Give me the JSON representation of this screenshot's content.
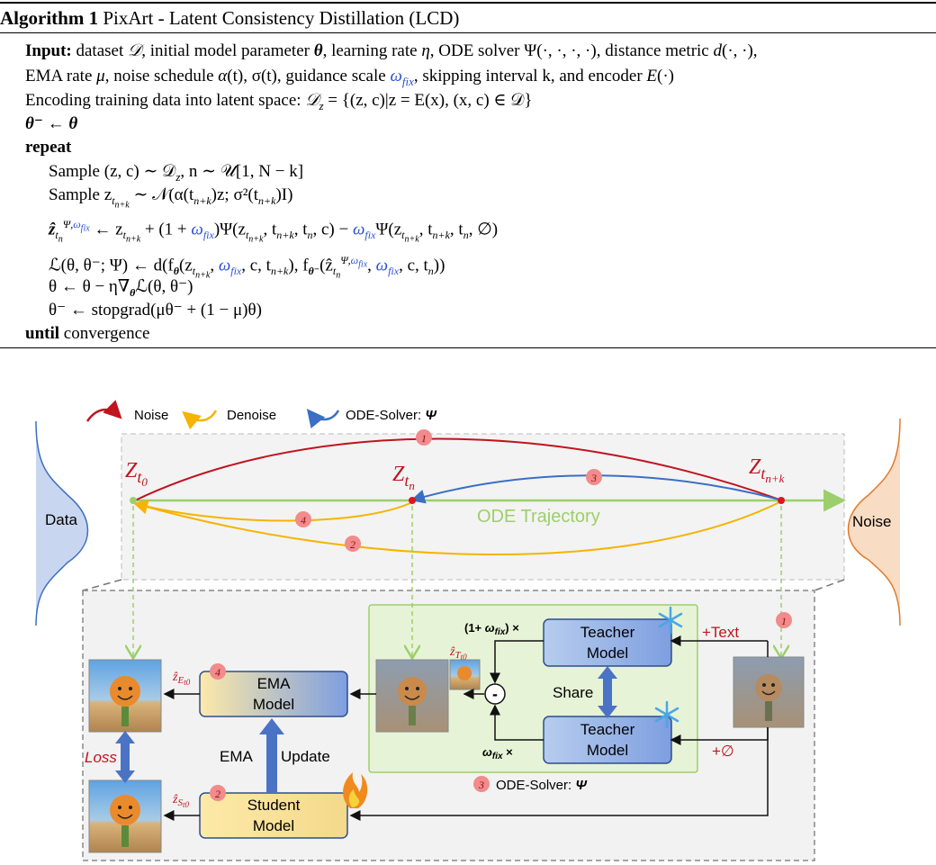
{
  "algorithm": {
    "number": "Algorithm 1",
    "title": "PixArt - Latent Consistency Distillation (LCD)",
    "input_label": "Input:",
    "input_line1_a": "dataset ",
    "input_line1_b": ", initial model parameter ",
    "input_line1_c": ", learning rate ",
    "input_line1_d": ", ODE solver Ψ(·, ·, ·, ·), distance metric ",
    "input_line1_e": "(·, ·),",
    "input_line2_a": "EMA rate ",
    "input_line2_b": ", noise schedule ",
    "input_line2_c": "(t), σ(t), guidance scale ",
    "input_line2_d": "ω",
    "input_line2_e": "fix",
    "input_line2_f": ", skipping interval k, and encoder ",
    "input_line2_g": "(·)",
    "encoding_a": "Encoding training data into latent space: ",
    "encoding_b": " = {(z, c)|z = E(x), (x, c) ∈ 𝒟}",
    "init_line": "θ⁻ ← θ",
    "repeat": "repeat",
    "sample1": "Sample (z, c) ∼ 𝒟",
    "sample1_sub": "z",
    "sample1_rest": ", n ∼ 𝒰[1, N − k]",
    "sample2": "Sample z",
    "sample2_rest": " ∼ 𝒩(α(t",
    "sample2_rest2": ")z; σ²(t",
    "sample2_rest3": ")I)",
    "step_hat_a": " ← z",
    "step_hat_b": " + (1 + ",
    "step_hat_c": ")Ψ(z",
    "step_hat_d": ", t",
    "step_hat_e": ", t",
    "step_hat_f": ", c) − ",
    "step_hat_g": "Ψ(z",
    "step_hat_h": ", t",
    "step_hat_i": ", t",
    "step_hat_j": ", ∅)",
    "step_loss": "ℒ(θ, θ⁻; Ψ) ← d(f",
    "step_update": "θ ← θ − η∇",
    "step_update_b": "ℒ(θ, θ⁻)",
    "step_ema": "θ⁻ ← stopgrad(μθ⁻ + (1 − μ)θ)",
    "until": "until",
    "until_rest": " convergence",
    "sub_n": "n",
    "sub_nk": "n+k",
    "sup_psi": "Ψ,",
    "omega": "ω",
    "fix": "fix"
  },
  "figure": {
    "legend": {
      "noise": "Noise",
      "denoise": "Denoise",
      "ode_solver": "ODE-Solver: ",
      "ode_solver_psi": "Ψ"
    },
    "labels": {
      "data": "Data",
      "noise": "Noise",
      "ode_trajectory": "ODE Trajectory",
      "z_t0": "Z",
      "z_t0_sub": "t",
      "z_t0_subsub": "0",
      "z_tn": "Z",
      "z_tn_sub": "t",
      "z_tn_subsub": "n",
      "z_tnk": "Z",
      "z_tnk_sub": "t",
      "z_tnk_subsub": "n+k"
    },
    "steps": [
      "1",
      "2",
      "3",
      "4"
    ],
    "boxes": {
      "teacher_top_line1": "Teacher",
      "teacher_top_line2": "Model",
      "teacher_bottom_line1": "Teacher",
      "teacher_bottom_line2": "Model",
      "ema_line1": "EMA",
      "ema_line2": "Model",
      "student_line1": "Student",
      "student_line2": "Model"
    },
    "annotations": {
      "share": "Share",
      "plus_text": "+Text",
      "plus_empty": "+∅",
      "coef_top": "(1+ ",
      "coef_top_omega": "ω",
      "coef_top_fix": "fix",
      "coef_top_end": ") ×",
      "coef_bottom_omega": "ω",
      "coef_bottom_fix": "fix",
      "coef_bottom_end": " ×",
      "minus": "-",
      "loss": "Loss",
      "ema": "EMA",
      "update": "Update",
      "ode_solver_caption": "ODE-Solver: ",
      "ode_solver_caption_psi": "Ψ",
      "z_hat_t": "ẑ",
      "z_hat_t_sub": "T",
      "z_hat_t_subsub": "t0",
      "z_hat_e": "ẑ",
      "z_hat_e_sub": "E",
      "z_hat_e_subsub": "t0",
      "z_hat_s": "ẑ",
      "z_hat_s_sub": "S",
      "z_hat_s_subsub": "t0"
    },
    "icons": [
      "snowflake-icon",
      "flame-icon"
    ],
    "colors": {
      "noise_curve": "#c0141f",
      "denoise_curve": "#f5b400",
      "ode_curve": "#3a6fc4",
      "trajectory": "#9ccf6b",
      "data_dist": "#3a6fc4",
      "noise_dist": "#e07b2a",
      "step_badge": "#f28b8b",
      "green_panel": "#e7f3d6",
      "teacher_box": "#a9c0e8",
      "ema_box_left": "#fde9a8",
      "student_box": "#fde9a8"
    }
  }
}
